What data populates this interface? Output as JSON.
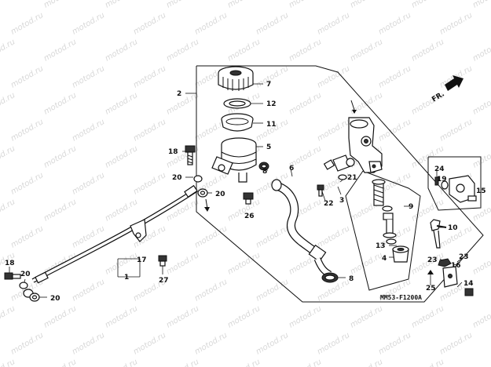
{
  "watermark": "motod.ru",
  "diagram_code": "MM53-F1200A",
  "direction_label": "FR.",
  "callouts": [
    "1",
    "2",
    "3",
    "4",
    "5",
    "6",
    "7",
    "8",
    "8",
    "9",
    "10",
    "11",
    "12",
    "13",
    "14",
    "15",
    "16",
    "17",
    "18",
    "18",
    "19",
    "20",
    "20",
    "20",
    "20",
    "21",
    "22",
    "23",
    "23",
    "24",
    "25",
    "26",
    "27"
  ]
}
